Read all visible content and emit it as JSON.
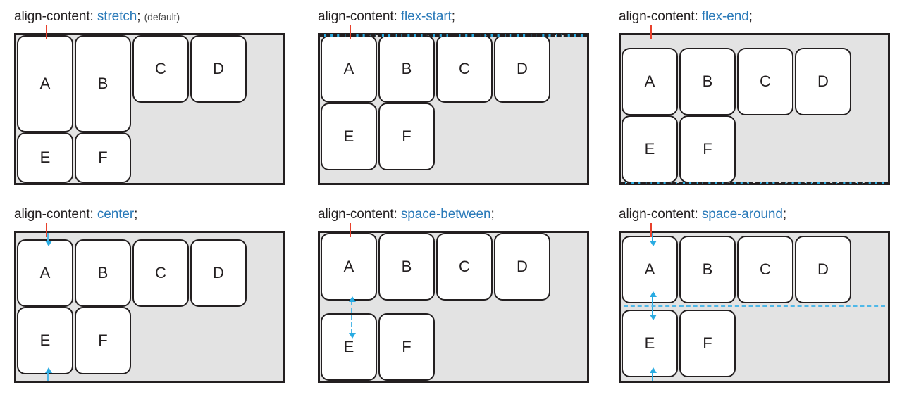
{
  "page": {
    "title": "CSS align-content property illustration",
    "colors": {
      "caption_text": "#231f20",
      "caption_value": "#2a7ab9",
      "container_fill": "#e3e3e3",
      "container_border": "#231f20",
      "item_fill": "#ffffff",
      "item_border": "#231f20",
      "guide_cyan": "#29abe2",
      "tick_red": "#e8412c"
    }
  },
  "examples": [
    {
      "id": "stretch",
      "property": "align-content:",
      "value": "stretch",
      "semicolon": ";",
      "note": "(default)",
      "items": [
        "A",
        "B",
        "C",
        "D",
        "E",
        "F"
      ]
    },
    {
      "id": "flex-start",
      "property": "align-content:",
      "value": "flex-start",
      "semicolon": ";",
      "note": "",
      "items": [
        "A",
        "B",
        "C",
        "D",
        "E",
        "F"
      ]
    },
    {
      "id": "flex-end",
      "property": "align-content:",
      "value": "flex-end",
      "semicolon": ";",
      "note": "",
      "items": [
        "A",
        "B",
        "C",
        "D",
        "E",
        "F"
      ]
    },
    {
      "id": "center",
      "property": "align-content:",
      "value": "center",
      "semicolon": ";",
      "note": "",
      "items": [
        "A",
        "B",
        "C",
        "D",
        "E",
        "F"
      ]
    },
    {
      "id": "space-between",
      "property": "align-content:",
      "value": "space-between",
      "semicolon": ";",
      "note": "",
      "items": [
        "A",
        "B",
        "C",
        "D",
        "E",
        "F"
      ]
    },
    {
      "id": "space-around",
      "property": "align-content:",
      "value": "space-around",
      "semicolon": ";",
      "note": "",
      "items": [
        "A",
        "B",
        "C",
        "D",
        "E",
        "F"
      ]
    }
  ]
}
